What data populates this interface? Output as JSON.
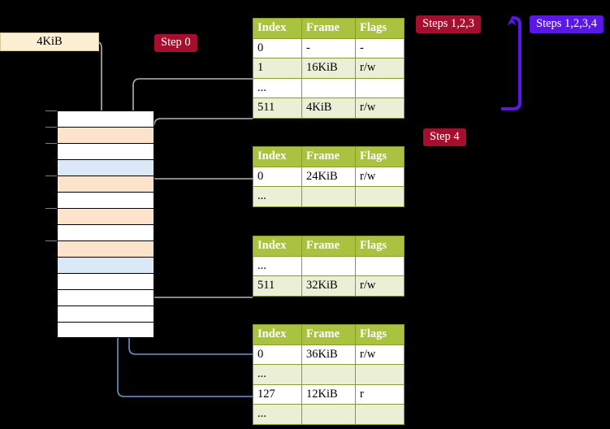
{
  "diagram": {
    "title": "multi-level page table walk",
    "colors": {
      "table_header": "#a9c23f",
      "table_alt_row": "#eaefd6",
      "highlight": "#fbfbb0",
      "badge_red": "#a50f2d",
      "badge_blue": "#5b16e8",
      "mem_orange": "#fde3cb",
      "mem_blue": "#dbe8f7",
      "wire_gray": "#b4b4b4",
      "wire_blue": "#7296c8"
    }
  },
  "frame_box": {
    "label": "4KiB"
  },
  "badges": [
    {
      "id": "step0",
      "label": "Step 0",
      "color": "red"
    },
    {
      "id": "steps123",
      "label": "Steps 1,2,3",
      "color": "red"
    },
    {
      "id": "steps1234",
      "label": "Steps 1,2,3,4",
      "color": "blue"
    },
    {
      "id": "step4",
      "label": "Step 4",
      "color": "red"
    }
  ],
  "tables": [
    {
      "id": "level4",
      "headers": [
        "Index",
        "Frame",
        "Flags"
      ],
      "rows": [
        {
          "style": "plain",
          "cells": [
            "0",
            "-",
            "-"
          ],
          "highlight": false
        },
        {
          "style": "alt",
          "cells": [
            "1",
            "16KiB",
            "r/w"
          ],
          "highlight": false
        },
        {
          "style": "plain",
          "cells": [
            "...",
            "",
            ""
          ],
          "highlight": false
        },
        {
          "style": "alt",
          "cells": [
            "511",
            "4KiB",
            "r/w"
          ],
          "highlight": true
        }
      ]
    },
    {
      "id": "level3",
      "headers": [
        "Index",
        "Frame",
        "Flags"
      ],
      "rows": [
        {
          "style": "plain",
          "cells": [
            "0",
            "24KiB",
            "r/w"
          ],
          "highlight": false
        },
        {
          "style": "alt",
          "cells": [
            "...",
            "",
            ""
          ],
          "highlight": false
        }
      ]
    },
    {
      "id": "level2",
      "headers": [
        "Index",
        "Frame",
        "Flags"
      ],
      "rows": [
        {
          "style": "plain",
          "cells": [
            "...",
            "",
            ""
          ],
          "highlight": false
        },
        {
          "style": "alt",
          "cells": [
            "511",
            "32KiB",
            "r/w"
          ],
          "highlight": false
        }
      ]
    },
    {
      "id": "level1",
      "headers": [
        "Index",
        "Frame",
        "Flags"
      ],
      "rows": [
        {
          "style": "plain",
          "cells": [
            "0",
            "36KiB",
            "r/w"
          ],
          "highlight": false
        },
        {
          "style": "alt",
          "cells": [
            "...",
            "",
            ""
          ],
          "highlight": false
        },
        {
          "style": "plain",
          "cells": [
            "127",
            "12KiB",
            "r"
          ],
          "highlight": false
        },
        {
          "style": "alt",
          "cells": [
            "...",
            "",
            ""
          ],
          "highlight": false
        }
      ]
    }
  ],
  "memory_column": {
    "rows": [
      {
        "fill": "white",
        "tick": true
      },
      {
        "fill": "orange",
        "tick": true
      },
      {
        "fill": "white",
        "tick": true
      },
      {
        "fill": "blue",
        "tick": false
      },
      {
        "fill": "orange",
        "tick": true
      },
      {
        "fill": "white",
        "tick": false
      },
      {
        "fill": "orange",
        "tick": true
      },
      {
        "fill": "white",
        "tick": false
      },
      {
        "fill": "orange",
        "tick": true
      },
      {
        "fill": "blue",
        "tick": false
      },
      {
        "fill": "white",
        "tick": false
      },
      {
        "fill": "white",
        "tick": false
      },
      {
        "fill": "white",
        "tick": false
      },
      {
        "fill": "white",
        "tick": false
      }
    ]
  }
}
